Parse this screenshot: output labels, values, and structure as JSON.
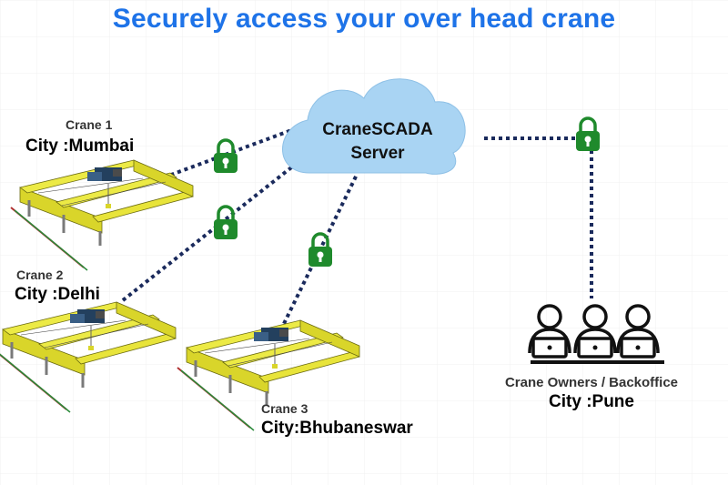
{
  "title": "Securely access your over head crane",
  "server": {
    "line1": "CraneSCADA",
    "line2": "Server",
    "icon": "cloud-icon"
  },
  "cranes": [
    {
      "label": "Crane 1",
      "city": "City :Mumbai"
    },
    {
      "label": "Crane 2",
      "city": "City :Delhi"
    },
    {
      "label": "Crane 3",
      "city": "City:Bhubaneswar"
    }
  ],
  "owners": {
    "label": "Crane Owners / Backoffice",
    "city": "City :Pune",
    "icon": "users-at-laptops-icon"
  },
  "colors": {
    "title": "#1e73e8",
    "cloud": "#a9d4f3",
    "lock": "#1f8a2c",
    "link": "#1a2a5c",
    "crane_yellow": "#e8e43a"
  }
}
